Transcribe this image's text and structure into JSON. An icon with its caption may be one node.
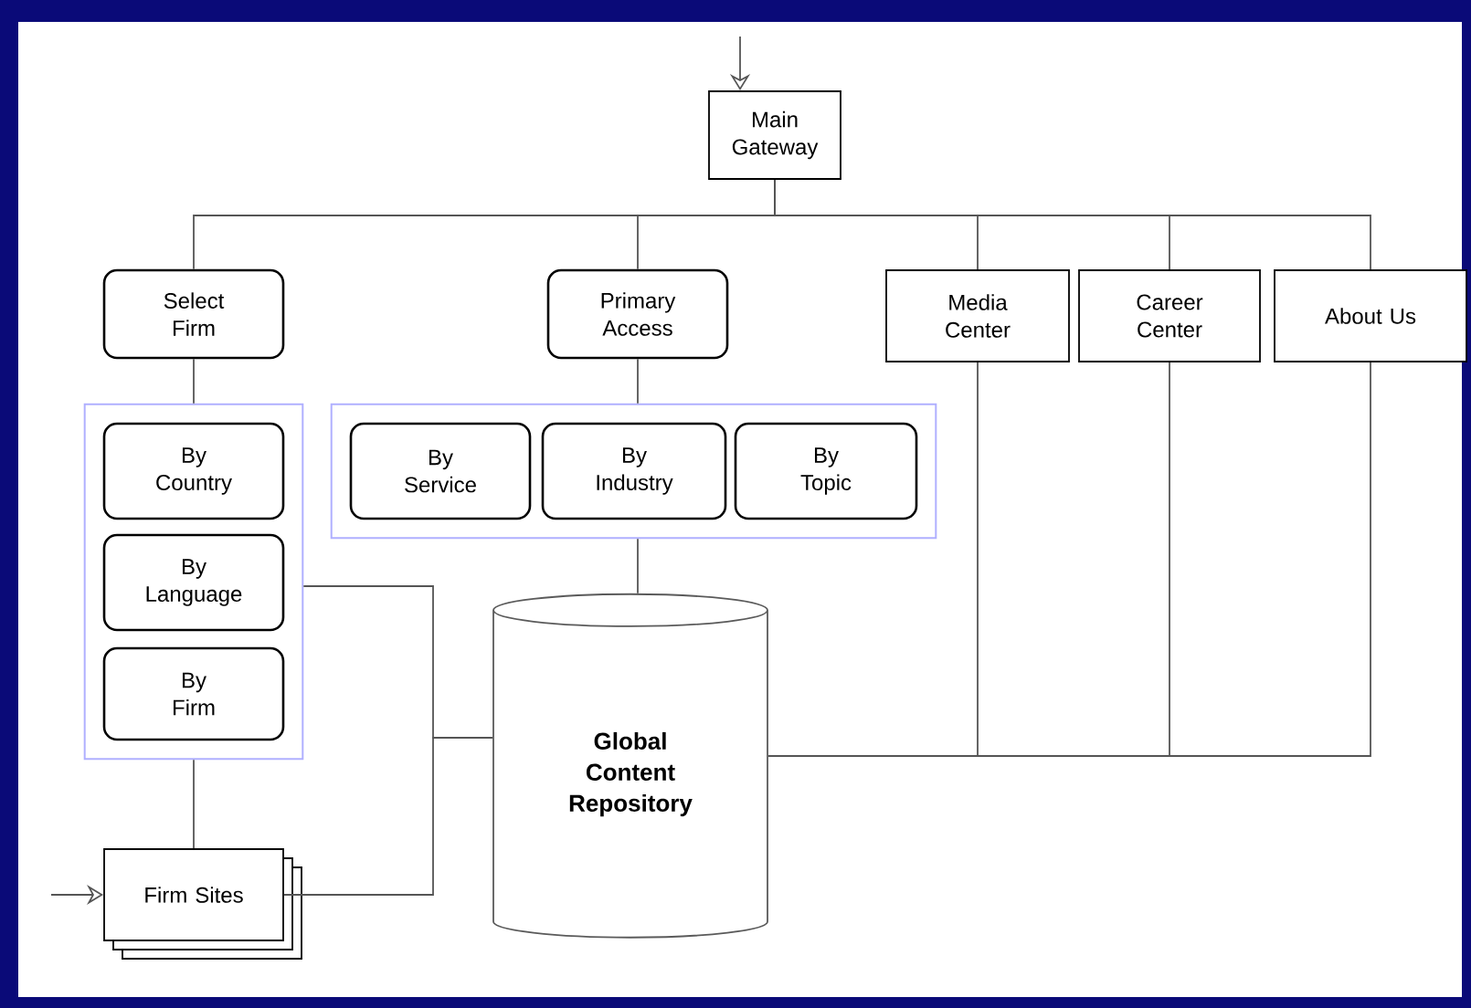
{
  "diagram": {
    "nodes": [
      {
        "text": [
          "Main Gateway"
        ]
      },
      {
        "text": [
          "Select Firm"
        ]
      },
      {
        "text": [
          "Primary Access"
        ]
      },
      {
        "text": [
          "Media Center"
        ]
      },
      {
        "text": [
          "Career Center"
        ]
      },
      {
        "text": [
          "About Us"
        ]
      },
      {
        "text": [],
        "shape": "box"
      },
      {
        "text": [
          "By Country"
        ],
        "in": 6
      },
      {
        "text": [
          "By Language"
        ],
        "in": 6
      },
      {
        "text": [
          "By Firm"
        ],
        "in": 6
      },
      {
        "text": [],
        "shape": "box"
      },
      {
        "text": [
          "By Service"
        ],
        "in": 10
      },
      {
        "text": [
          "By Industry"
        ],
        "in": 10
      },
      {
        "text": [
          "By Topic"
        ],
        "in": 10
      },
      {
        "text": [
          "Global Content Repository"
        ]
      },
      {
        "text": [
          "Firm Sites"
        ]
      }
    ],
    "edges": [
      {
        "from": null,
        "to": 0,
        "arrow": "to"
      },
      {
        "from": 0,
        "to": 1,
        "arrow": "none"
      },
      {
        "from": 0,
        "to": 2,
        "arrow": "none"
      },
      {
        "from": 0,
        "to": 3,
        "arrow": "none"
      },
      {
        "from": 0,
        "to": 4,
        "arrow": "none"
      },
      {
        "from": 0,
        "to": 5,
        "arrow": "none"
      },
      {
        "from": 1,
        "to": 6,
        "arrow": "none"
      },
      {
        "from": 2,
        "to": 10,
        "arrow": "none"
      },
      {
        "from": 10,
        "to": 14,
        "arrow": "none"
      },
      {
        "from": 6,
        "to": 15,
        "arrow": "none"
      },
      {
        "from": 6,
        "to": 14,
        "arrow": "none"
      },
      {
        "from": 15,
        "to": 14,
        "arrow": "none"
      },
      {
        "from": 3,
        "to": 14,
        "arrow": "none"
      },
      {
        "from": 4,
        "to": 14,
        "arrow": "none"
      },
      {
        "from": 5,
        "to": 14,
        "arrow": "none"
      },
      {
        "from": null,
        "to": 15,
        "arrow": "to"
      }
    ]
  }
}
